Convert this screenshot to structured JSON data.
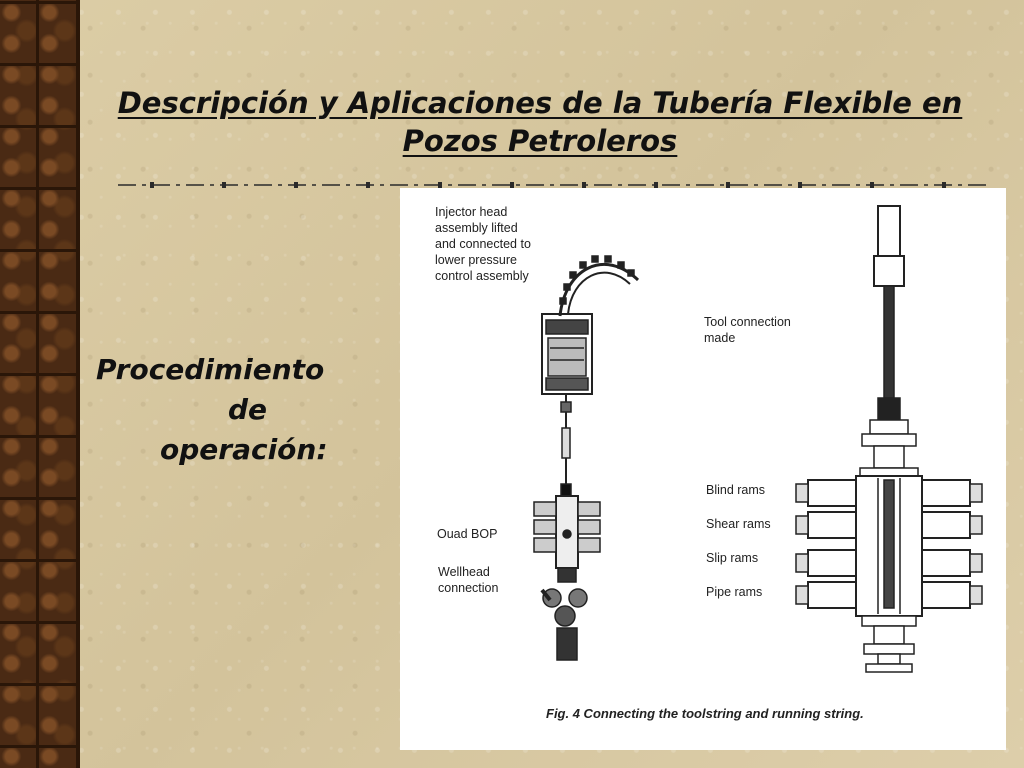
{
  "slide": {
    "title_line1": "Descripción y Aplicaciones de la Tubería Flexible en",
    "title_line2": "Pozos Petroleros",
    "side_heading": {
      "line1": "Procedimiento",
      "line2": "de",
      "line3": "operación:"
    }
  },
  "figure": {
    "labels": {
      "injector_head": "Injector head\nassembly lifted\nand connected to\nlower pressure\ncontrol assembly",
      "quad_bop": "Ouad BOP",
      "wellhead": "Wellhead\nconnection",
      "tool_connection": "Tool connection\nmade",
      "blind_rams": "Blind rams",
      "shear_rams": "Shear rams",
      "slip_rams": "Slip rams",
      "pipe_rams": "Pipe rams"
    },
    "caption": "Fig. 4  Connecting the toolstring and running string."
  }
}
